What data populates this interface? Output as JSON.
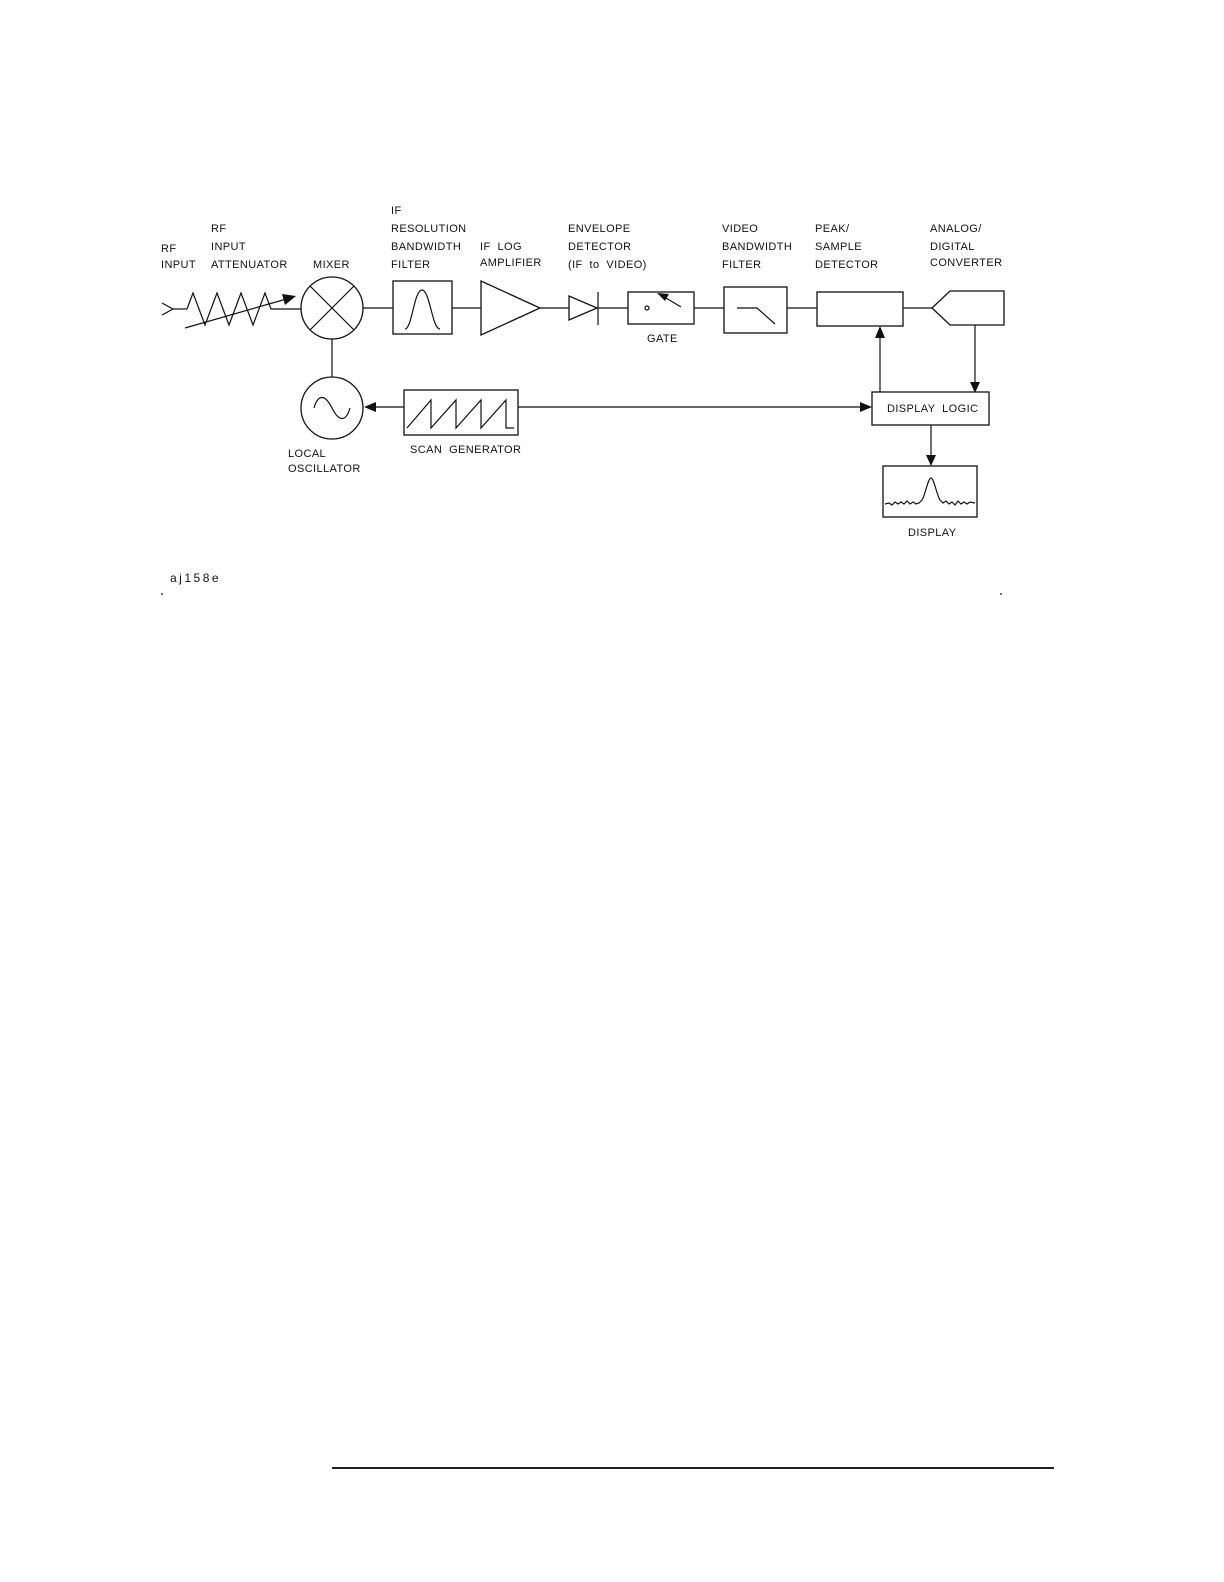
{
  "labels": {
    "rf_input": [
      "RF",
      "INPUT"
    ],
    "rf_input_attenuator": [
      "RF",
      "INPUT",
      "ATTENUATOR"
    ],
    "mixer": [
      "MIXER"
    ],
    "if_resolution_bandwidth_filter": [
      "IF",
      "RESOLUTION",
      "BANDWIDTH",
      "FILTER"
    ],
    "if_log_amplifier": [
      "IF  LOG",
      "AMPLIFIER"
    ],
    "envelope_detector": [
      "ENVELOPE",
      "DETECTOR",
      "(IF  to  VIDEO)"
    ],
    "gate": [
      "GATE"
    ],
    "video_bandwidth_filter": [
      "VIDEO",
      "BANDWIDTH",
      "FILTER"
    ],
    "peak_sample_detector": [
      "PEAK/",
      "SAMPLE",
      "DETECTOR"
    ],
    "analog_digital_converter": [
      "ANALOG/",
      "DIGITAL",
      "CONVERTER"
    ],
    "local_oscillator": [
      "LOCAL",
      "OSCILLATOR"
    ],
    "scan_generator": [
      "SCAN  GENERATOR"
    ],
    "display_logic": [
      "DISPLAY  LOGIC"
    ],
    "display": [
      "DISPLAY"
    ]
  },
  "figure_id": "aj158e"
}
